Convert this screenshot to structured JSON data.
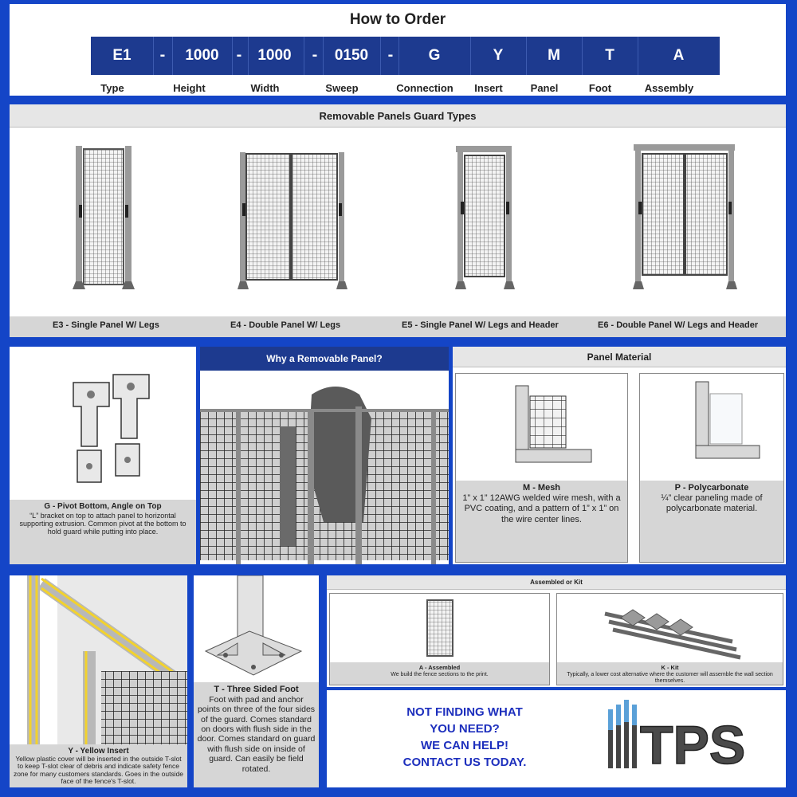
{
  "order": {
    "title": "How to Order",
    "codes": [
      "E1",
      "1000",
      "1000",
      "0150",
      "G",
      "Y",
      "M",
      "T",
      "A"
    ],
    "separator": "-",
    "labels": [
      "Type",
      "Height",
      "Width",
      "Sweep",
      "Connection",
      "Insert",
      "Panel",
      "Foot",
      "Assembly"
    ]
  },
  "guard_types": {
    "title": "Removable Panels Guard Types",
    "items": [
      "E3 - Single Panel W/ Legs",
      "E4 - Double Panel W/ Legs",
      "E5 - Single Panel W/ Legs and Header",
      "E6 - Double Panel W/ Legs and Header"
    ]
  },
  "pivot": {
    "title": "G - Pivot Bottom, Angle on Top",
    "text": "“L” bracket on top to attach panel to horizontal supporting extrusion. Common pivot at the bottom to hold guard while putting into place."
  },
  "why": {
    "title": "Why a Removable Panel?"
  },
  "material": {
    "title": "Panel Material",
    "mesh_title": "M - Mesh",
    "mesh_text": "1” x 1” 12AWG welded wire mesh, with a PVC coating, and a pattern of 1” x 1” on the wire center lines.",
    "poly_title": "P - Polycarbonate",
    "poly_text": "¼” clear paneling made of polycarbonate material."
  },
  "insert": {
    "title": "Y - Yellow Insert",
    "text": "Yellow plastic cover will be inserted in the outside T-slot to keep T-slot clear of debris and indicate safety fence zone for many customers standards. Goes in the outside face of the fence's T-slot."
  },
  "foot": {
    "title": "T - Three Sided Foot",
    "text": "Foot with pad and anchor points on three of the four sides of the guard. Comes standard on doors with flush side in the door. Comes standard on guard with flush side on inside of guard. Can easily be field rotated."
  },
  "assembly": {
    "title": "Assembled or Kit",
    "a_title": "A - Assembled",
    "a_text": "We build the fence sections to the print.",
    "k_title": "K - Kit",
    "k_text": "Typically, a lower cost alternative where the customer will assemble the wall section themselves."
  },
  "cta": {
    "lines": [
      "NOT FINDING WHAT",
      "YOU NEED?",
      "WE CAN HELP!",
      "CONTACT US TODAY."
    ],
    "logo_text": "TPS"
  },
  "colors": {
    "frame_blue": "#1445c7",
    "code_bar": "#1d3a8f",
    "cta_blue": "#1d2fbd",
    "insert_yellow": "#f2d22e"
  }
}
